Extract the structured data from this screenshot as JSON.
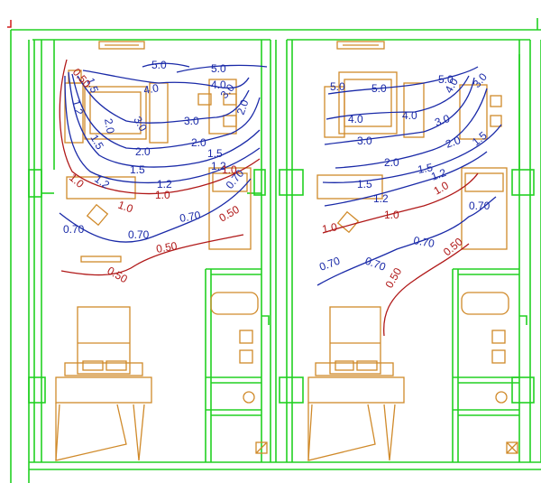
{
  "colors": {
    "wall": "#22d022",
    "furniture": "#d08a2a",
    "contour_high": "#1a2aa8",
    "contour_low": "#b01818",
    "marker": "#d01a1a"
  },
  "contour_labels": {
    "left": [
      {
        "t": "5.0",
        "c": "blue"
      },
      {
        "t": "5.0",
        "c": "blue"
      },
      {
        "t": "4.0",
        "c": "blue"
      },
      {
        "t": "4.0",
        "c": "blue"
      },
      {
        "t": "3.0",
        "c": "blue"
      },
      {
        "t": "3.0",
        "c": "blue"
      },
      {
        "t": "3.0",
        "c": "blue"
      },
      {
        "t": "2.0",
        "c": "blue"
      },
      {
        "t": "2.0",
        "c": "blue"
      },
      {
        "t": "2.0",
        "c": "blue"
      },
      {
        "t": "2.0",
        "c": "blue"
      },
      {
        "t": "1.5",
        "c": "blue"
      },
      {
        "t": "1.5",
        "c": "blue"
      },
      {
        "t": "1.5",
        "c": "blue"
      },
      {
        "t": "1.5",
        "c": "blue"
      },
      {
        "t": "1.2",
        "c": "blue"
      },
      {
        "t": "1.2",
        "c": "blue"
      },
      {
        "t": "1.2",
        "c": "blue"
      },
      {
        "t": "1.2",
        "c": "blue"
      },
      {
        "t": "1.0",
        "c": "red"
      },
      {
        "t": "1.0",
        "c": "red"
      },
      {
        "t": "1.0",
        "c": "red"
      },
      {
        "t": "1.0",
        "c": "red"
      },
      {
        "t": "0.70",
        "c": "blue"
      },
      {
        "t": "0.70",
        "c": "blue"
      },
      {
        "t": "0.70",
        "c": "blue"
      },
      {
        "t": "0.70",
        "c": "blue"
      },
      {
        "t": "0.50",
        "c": "red"
      },
      {
        "t": "0.50",
        "c": "red"
      },
      {
        "t": "0.50",
        "c": "red"
      },
      {
        "t": "0.50",
        "c": "red"
      }
    ],
    "right": [
      {
        "t": "5.0",
        "c": "blue"
      },
      {
        "t": "5.0",
        "c": "blue"
      },
      {
        "t": "5.0",
        "c": "blue"
      },
      {
        "t": "4.0",
        "c": "blue"
      },
      {
        "t": "4.0",
        "c": "blue"
      },
      {
        "t": "4.0",
        "c": "blue"
      },
      {
        "t": "3.0",
        "c": "blue"
      },
      {
        "t": "3.0",
        "c": "blue"
      },
      {
        "t": "3.0",
        "c": "blue"
      },
      {
        "t": "2.0",
        "c": "blue"
      },
      {
        "t": "2.0",
        "c": "blue"
      },
      {
        "t": "1.5",
        "c": "blue"
      },
      {
        "t": "1.5",
        "c": "blue"
      },
      {
        "t": "1.5",
        "c": "blue"
      },
      {
        "t": "1.2",
        "c": "blue"
      },
      {
        "t": "1.2",
        "c": "blue"
      },
      {
        "t": "1.0",
        "c": "red"
      },
      {
        "t": "1.0",
        "c": "red"
      },
      {
        "t": "1.0",
        "c": "red"
      },
      {
        "t": "0.70",
        "c": "blue"
      },
      {
        "t": "0.70",
        "c": "blue"
      },
      {
        "t": "0.70",
        "c": "blue"
      },
      {
        "t": "0.70",
        "c": "blue"
      },
      {
        "t": "0.50",
        "c": "red"
      },
      {
        "t": "0.50",
        "c": "red"
      }
    ]
  }
}
